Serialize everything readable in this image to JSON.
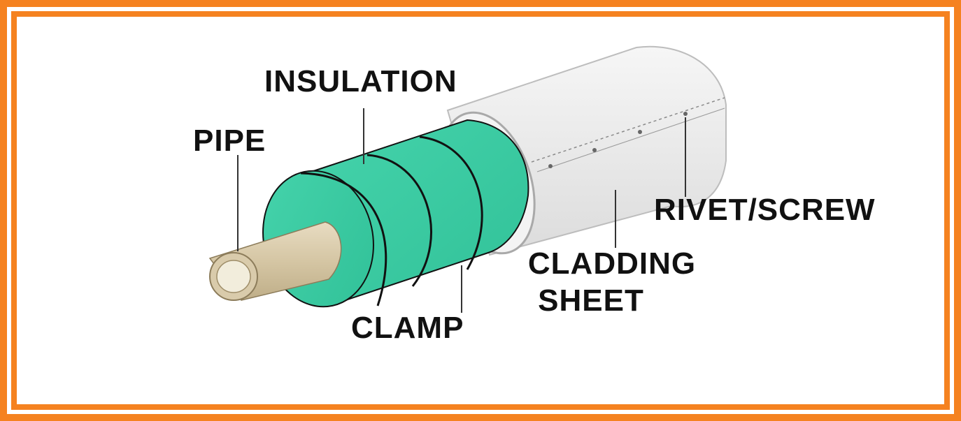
{
  "labels": {
    "insulation": "INSULATION",
    "pipe": "PIPE",
    "rivet_screw": "RIVET/SCREW",
    "cladding_line1": "CLADDING",
    "cladding_line2": "SHEET",
    "clamp": "CLAMP"
  },
  "colors": {
    "frame_border": "#f58220",
    "insulation": "#3ccca4",
    "pipe": "#d6c8a8",
    "cladding": "#ececec",
    "text": "#111111"
  }
}
